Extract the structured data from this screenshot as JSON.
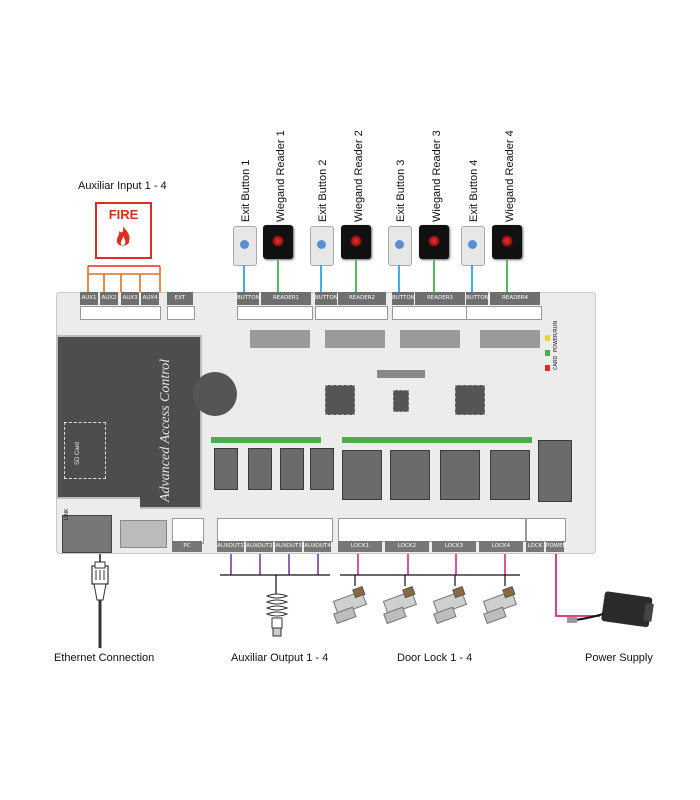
{
  "labels": {
    "auxiliar_input": "Auxiliar Input 1 - 4",
    "fire": "FIRE",
    "exit_button_1": "Exit Button 1",
    "wiegand_reader_1": "Wiegand Reader 1",
    "exit_button_2": "Exit Button 2",
    "wiegand_reader_2": "Wiegand Reader 2",
    "exit_button_3": "Exit Button 3",
    "wiegand_reader_3": "Wiegand Reader 3",
    "exit_button_4": "Exit Button 4",
    "wiegand_reader_4": "Wiegand Reader 4",
    "ethernet": "Ethernet Connection",
    "aux_output": "Auxiliar Output 1 - 4",
    "door_lock": "Door Lock 1 - 4",
    "power_supply": "Power Supply",
    "board_title": "Advanced Access Control",
    "sd_card": "SD Card"
  },
  "top_headers": [
    "AUX1",
    "AUX2",
    "AUX3",
    "AUX4",
    "EXT",
    "BUTTON1",
    "READER1",
    "BUTTON2",
    "READER2",
    "BUTTON3",
    "READER3",
    "BUTTON4",
    "READER4"
  ],
  "bottom_headers": [
    "AUXOUT1",
    "AUXOUT2",
    "AUXOUT3",
    "AUXOUT4",
    "LOCK1",
    "LOCK2",
    "LOCK3",
    "LOCK4",
    "LOCK",
    "POWER",
    "PC",
    "LINK"
  ],
  "status_leds": [
    "CARD",
    "POWER/RUN"
  ],
  "colors": {
    "aux_input_wire": "#e07020",
    "exit_wire": "#2aa6e0",
    "reader_wire": "#3fb44a",
    "aux_output_wire": "#7a3aa0",
    "lock_wire": "#d8278a",
    "power_wire": "#d8278a",
    "fire_red": "#d93020"
  }
}
